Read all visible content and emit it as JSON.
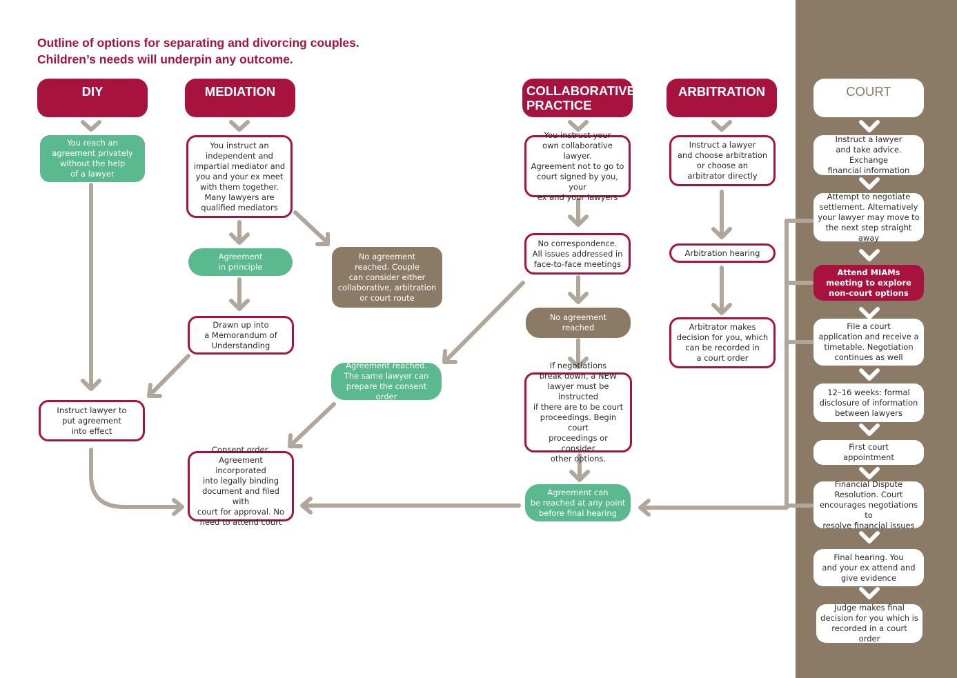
{
  "title": {
    "line1": "Outline of options for separating and divorcing couples.",
    "line2": "Children’s needs will underpin any outcome."
  },
  "colors": {
    "accent": "#a8123e",
    "green": "#5ab98f",
    "brown": "#8b7b66",
    "arrow": "#b0a69a"
  },
  "headers": {
    "diy": "DIY",
    "mediation": "MEDIATION",
    "collab_1": "COLLABORATIVE",
    "collab_2": "PRACTICE",
    "arbitration": "ARBITRATION",
    "court": "COURT"
  },
  "diy": {
    "private": [
      "You reach an",
      "agreement privately",
      "without the help",
      "of a lawyer"
    ],
    "instruct": [
      "Instruct lawyer to",
      "put agreement",
      "into effect"
    ]
  },
  "mediation": {
    "instruct": [
      "You instruct an",
      "independent and",
      "impartial mediator and",
      "you and your ex meet",
      "with them together.",
      "Many lawyers are",
      "qualified mediators"
    ],
    "principle": [
      "Agreement",
      "in principle"
    ],
    "memo": [
      "Drawn up into",
      "a Memorandum of",
      "Understanding"
    ],
    "no_agreement": [
      "No agreement",
      "reached. Couple",
      "can consider either",
      "collaborative, arbitration",
      "or court route"
    ],
    "consent": [
      "Consent order.",
      "Agreement incorporated",
      "into legally binding",
      "document and filed with",
      "court for approval. No",
      "need to attend court"
    ]
  },
  "collaborative": {
    "instruct": [
      "You instruct your",
      "own collaborative lawyer.",
      "Agreement not to go to",
      "court signed by you, your",
      "ex and your lawyers"
    ],
    "no_corr": [
      "No correspondence.",
      "All issues addressed in",
      "face-to-face meetings"
    ],
    "no_agreement": [
      "No agreement",
      "reached"
    ],
    "breakdown": [
      "If negotiations",
      "break down, a NEW",
      "lawyer must be instructed",
      "if there are to be court",
      "proceedings. Begin court",
      "proceedings or consider",
      "other options."
    ],
    "reached": [
      "Agreement reached.",
      "The same lawyer can",
      "prepare the consent order"
    ],
    "any_point": [
      "Agreement can",
      "be reached at any point",
      "before final hearing"
    ]
  },
  "arbitration": {
    "instruct": [
      "Instruct a lawyer",
      "and choose arbitration",
      "or choose an",
      "arbitrator directly"
    ],
    "hearing": [
      "Arbitration hearing"
    ],
    "decision": [
      "Arbitrator makes",
      "decision for you, which",
      "can be recorded in",
      "a court order"
    ]
  },
  "court": {
    "instruct": [
      "Instruct a lawyer",
      "and take advice. Exchange",
      "financial information"
    ],
    "negotiate": [
      "Attempt to negotiate",
      "settlement. Alternatively",
      "your lawyer may move to",
      "the next step straight away"
    ],
    "miams": [
      "Attend MIAMs",
      "meeting to explore",
      "non-court options"
    ],
    "file": [
      "File a court",
      "application and receive a",
      "timetable. Negotiation",
      "continues as well"
    ],
    "disclosure": [
      "12–16 weeks: formal",
      "disclosure of information",
      "between lawyers"
    ],
    "first": [
      "First court",
      "appointment"
    ],
    "fdr": [
      "Financial Dispute",
      "Resolution. Court",
      "encourages negotiations to",
      "resolve financial issues"
    ],
    "final": [
      "Final hearing. You",
      "and your ex attend and",
      "give evidence"
    ],
    "judge": [
      "Judge makes final",
      "decision for you which is",
      "recorded in a court order"
    ]
  }
}
